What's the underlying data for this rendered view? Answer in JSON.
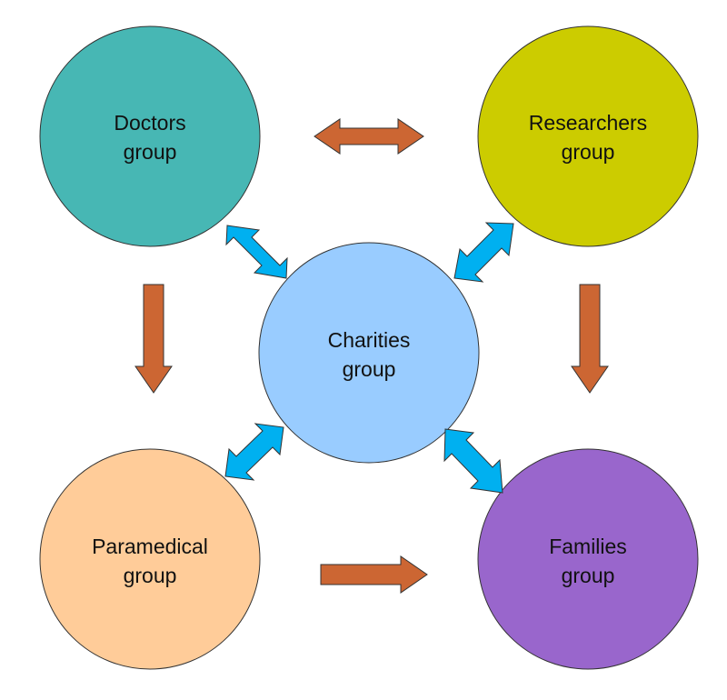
{
  "nodes": {
    "doctors": {
      "line1": "Doctors",
      "line2": "group",
      "color": "#47b7b4"
    },
    "researchers": {
      "line1": "Researchers",
      "line2": "group",
      "color": "#cccc00"
    },
    "charities": {
      "line1": "Charities",
      "line2": "group",
      "color": "#99ccff"
    },
    "paramedical": {
      "line1": "Paramedical",
      "line2": "group",
      "color": "#ffcc99"
    },
    "families": {
      "line1": "Families",
      "line2": "group",
      "color": "#9966cc"
    }
  },
  "colors": {
    "flow_arrow": "#cc6633",
    "link_arrow": "#00b0f0"
  },
  "edges": [
    {
      "from": "doctors",
      "to": "researchers",
      "kind": "bidirectional"
    },
    {
      "from": "doctors",
      "to": "paramedical",
      "kind": "directed"
    },
    {
      "from": "researchers",
      "to": "families",
      "kind": "directed"
    },
    {
      "from": "paramedical",
      "to": "families",
      "kind": "directed"
    },
    {
      "from": "charities",
      "to": "doctors",
      "kind": "bidirectional"
    },
    {
      "from": "charities",
      "to": "researchers",
      "kind": "bidirectional"
    },
    {
      "from": "charities",
      "to": "paramedical",
      "kind": "bidirectional"
    },
    {
      "from": "charities",
      "to": "families",
      "kind": "bidirectional"
    }
  ]
}
